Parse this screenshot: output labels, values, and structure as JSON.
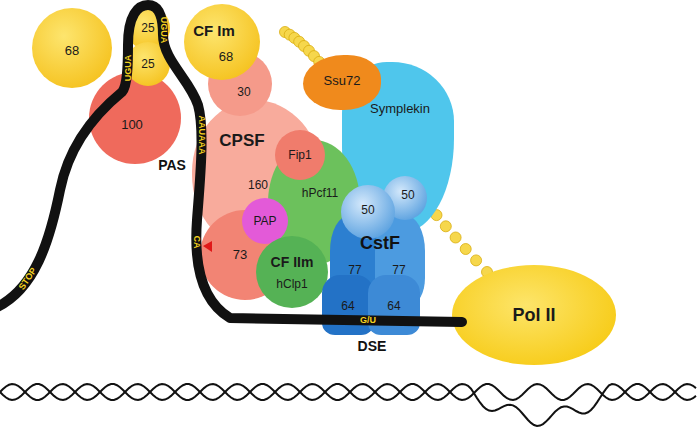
{
  "diagram": {
    "nodes": [
      {
        "text": [
          "68"
        ]
      },
      {
        "text": [
          "25"
        ]
      },
      {
        "text": [
          "25"
        ]
      },
      {
        "text": [
          "CF Im",
          "68"
        ]
      },
      {
        "text": [
          "100"
        ]
      },
      {
        "text": [
          "30"
        ]
      },
      {
        "text": [
          "CPSF",
          "160"
        ]
      },
      {
        "text": [
          "Fip1"
        ]
      },
      {
        "text": [
          "PAP"
        ]
      },
      {
        "text": [
          "73"
        ]
      },
      {
        "text": [
          "hPcf11"
        ]
      },
      {
        "text": [
          "CF IIm",
          "hClp1"
        ]
      },
      {
        "text": [
          "Ssu72"
        ]
      },
      {
        "text": [
          "Symplekin"
        ]
      },
      {
        "text": [
          "50"
        ]
      },
      {
        "text": [
          "50"
        ]
      },
      {
        "text": [
          "77"
        ]
      },
      {
        "text": [
          "77"
        ]
      },
      {
        "text": [
          "64"
        ]
      },
      {
        "text": [
          "64"
        ]
      },
      {
        "text": [
          "Pol II"
        ]
      }
    ],
    "labels": [
      "UGUA",
      "UGUA",
      "PAS",
      "AAUAAA",
      "CA",
      "STOP",
      "G/U",
      "DSE",
      "CstF"
    ]
  }
}
